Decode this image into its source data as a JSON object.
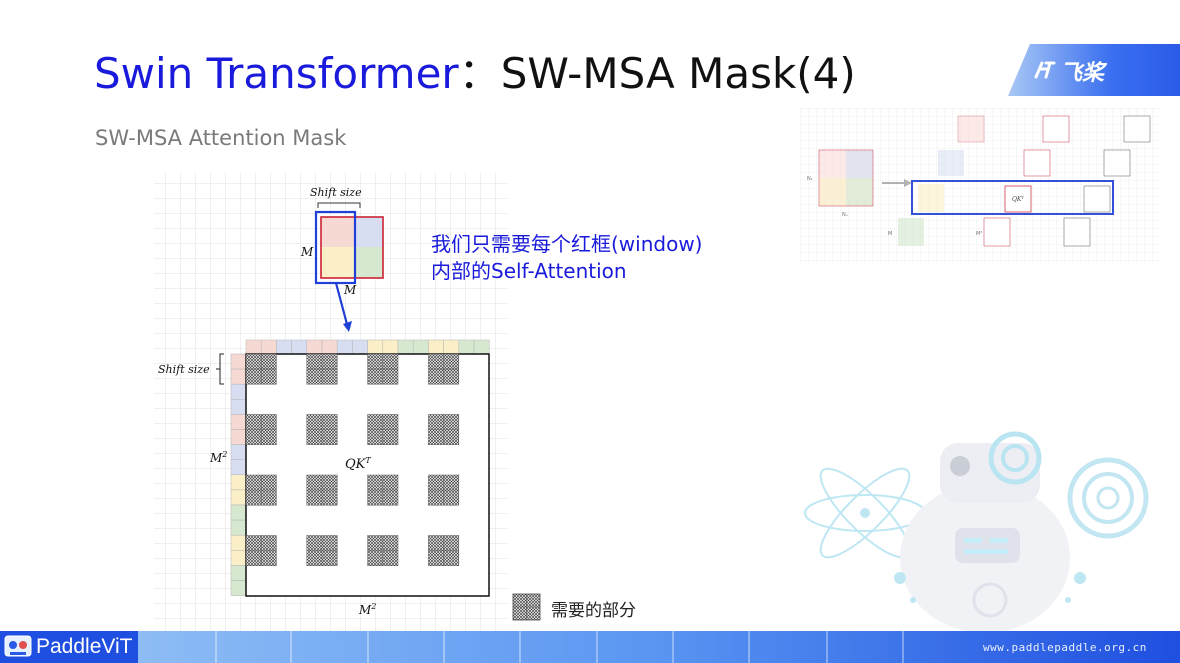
{
  "slide": {
    "title_main": "Swin Transformer",
    "title_sep": "：",
    "title_rest": "SW-MSA Mask(4)",
    "subtitle": "SW-MSA Attention Mask",
    "logo_text": "飞桨",
    "note_line1": "我们只需要每个红框(window)",
    "note_line2": "内部的Self-Attention",
    "legend_label": "需要的部分"
  },
  "diagram": {
    "shift_size_top": "Shift size",
    "shift_size_left": "Shift size",
    "label_m_left": "M",
    "label_m_bottom": "M",
    "label_m2_left": "M",
    "label_m2_bottom": "M",
    "label_sup": "2",
    "label_qkt": "QK",
    "label_qkt_sup": "T"
  },
  "thumbnail": {
    "qkt": "QKᵀ",
    "nk": "Nₖ",
    "nw": "Nᵤ",
    "m": "M",
    "m2": "M²"
  },
  "footer": {
    "brand": "PaddleViT",
    "url": "www.paddlepaddle.org.cn"
  },
  "colors": {
    "title_blue": "#1a1adc",
    "accent_blue": "#1f3fd6",
    "red_window": "#cc2233",
    "cell_pink": "#f7d9d4",
    "cell_blue": "#d7def2",
    "cell_yellow": "#fbefc8",
    "cell_green": "#d6e8cf"
  }
}
